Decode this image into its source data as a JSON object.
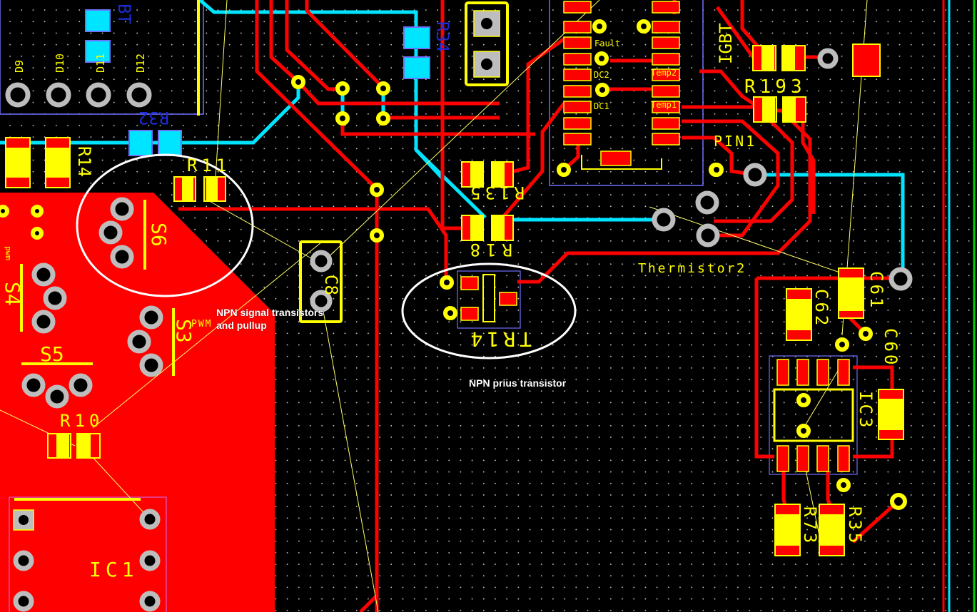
{
  "view": {
    "type": "pcb-layout-editor",
    "layers": {
      "top_copper": "#ff0000",
      "bottom_copper": "#00e5ff",
      "silkscreen": "#ffff00",
      "bottom_silkscreen": "#1a2dd6",
      "outline": "#7070ff",
      "ratsnest": "#ffff66",
      "pad_drill": "#bdbdbd",
      "annotation": "#ffffff",
      "board_edge": "#00cc00"
    }
  },
  "annotations": {
    "signal_transistors": "NPN signal transistors and pullup",
    "signal_transistors_line1": "NPN signal transistors",
    "signal_transistors_line2": "and pullup",
    "prius_transistor": "NPN prius transistor"
  },
  "labels": {
    "d9": "D9",
    "d10": "D10",
    "d11": "D11",
    "d12": "D12",
    "r32": "R32",
    "r34": "R34",
    "bt": "BT",
    "r11": "R11",
    "r14": "R14",
    "r135": "R135",
    "r18": "R18",
    "r193": "R193",
    "igbt": "IGBT",
    "pin1": "PIN1",
    "fault": "Fault",
    "dc2": "DC2",
    "dc1": "DC1",
    "temp2": "Temp2",
    "temp1": "Temp1",
    "thermistor2": "Thermistor2",
    "s3": "S3",
    "s4": "S4",
    "s5": "S5",
    "s6": "S6",
    "pwm": "PWM",
    "pwm_small": "pwm",
    "c8": "C8",
    "c60": "C60",
    "c61": "C61",
    "c62": "C62",
    "ic1": "IC1",
    "ic3": "IC3",
    "tr14": "TR14",
    "r10": "R10",
    "r73": "R73",
    "r35": "R35"
  }
}
